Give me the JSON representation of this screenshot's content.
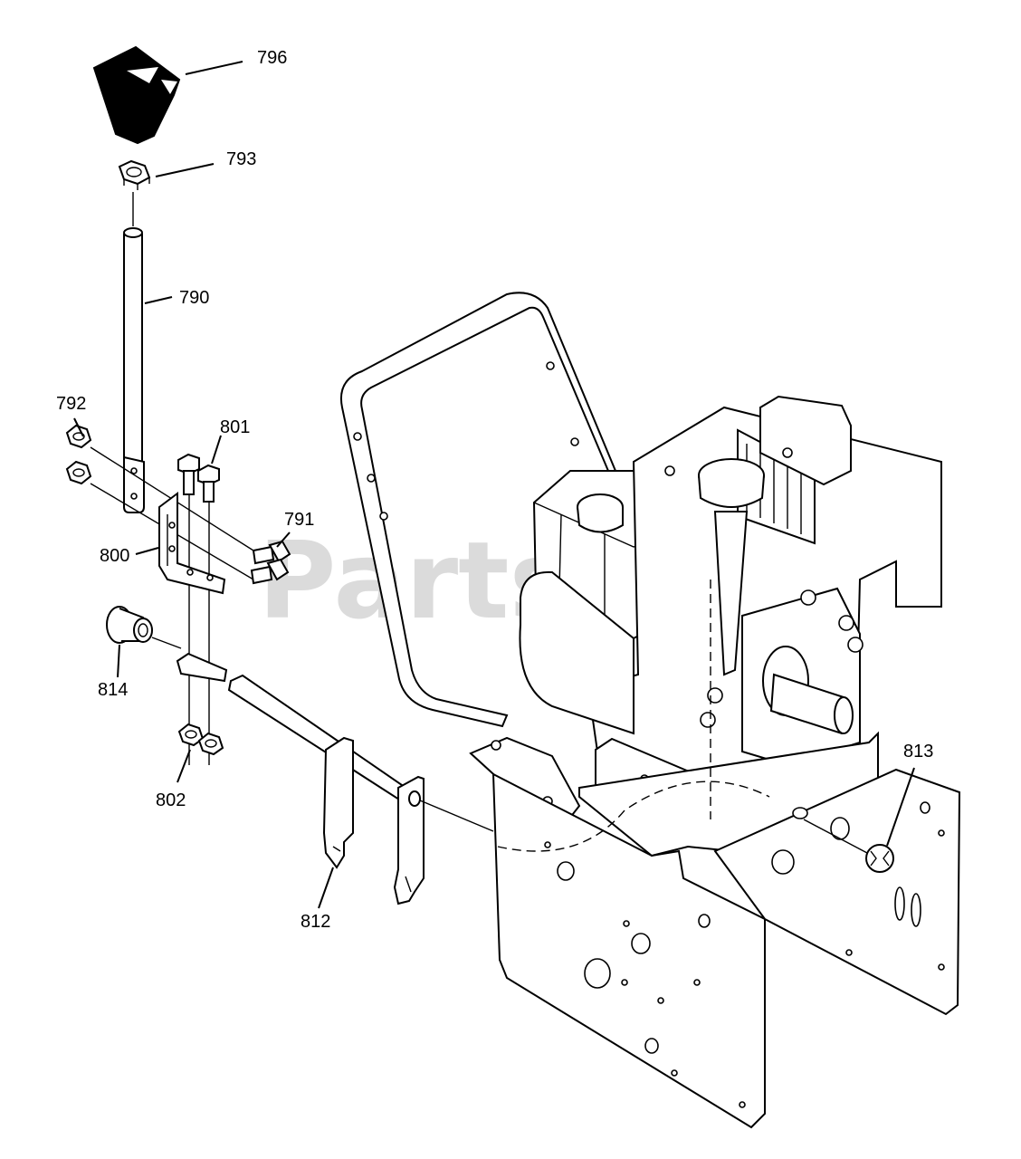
{
  "watermark": "PartsTree",
  "callouts": {
    "p796": "796",
    "p793": "793",
    "p790": "790",
    "p792": "792",
    "p801": "801",
    "p791": "791",
    "p800": "800",
    "p814": "814",
    "p802": "802",
    "p812": "812",
    "p813": "813"
  }
}
